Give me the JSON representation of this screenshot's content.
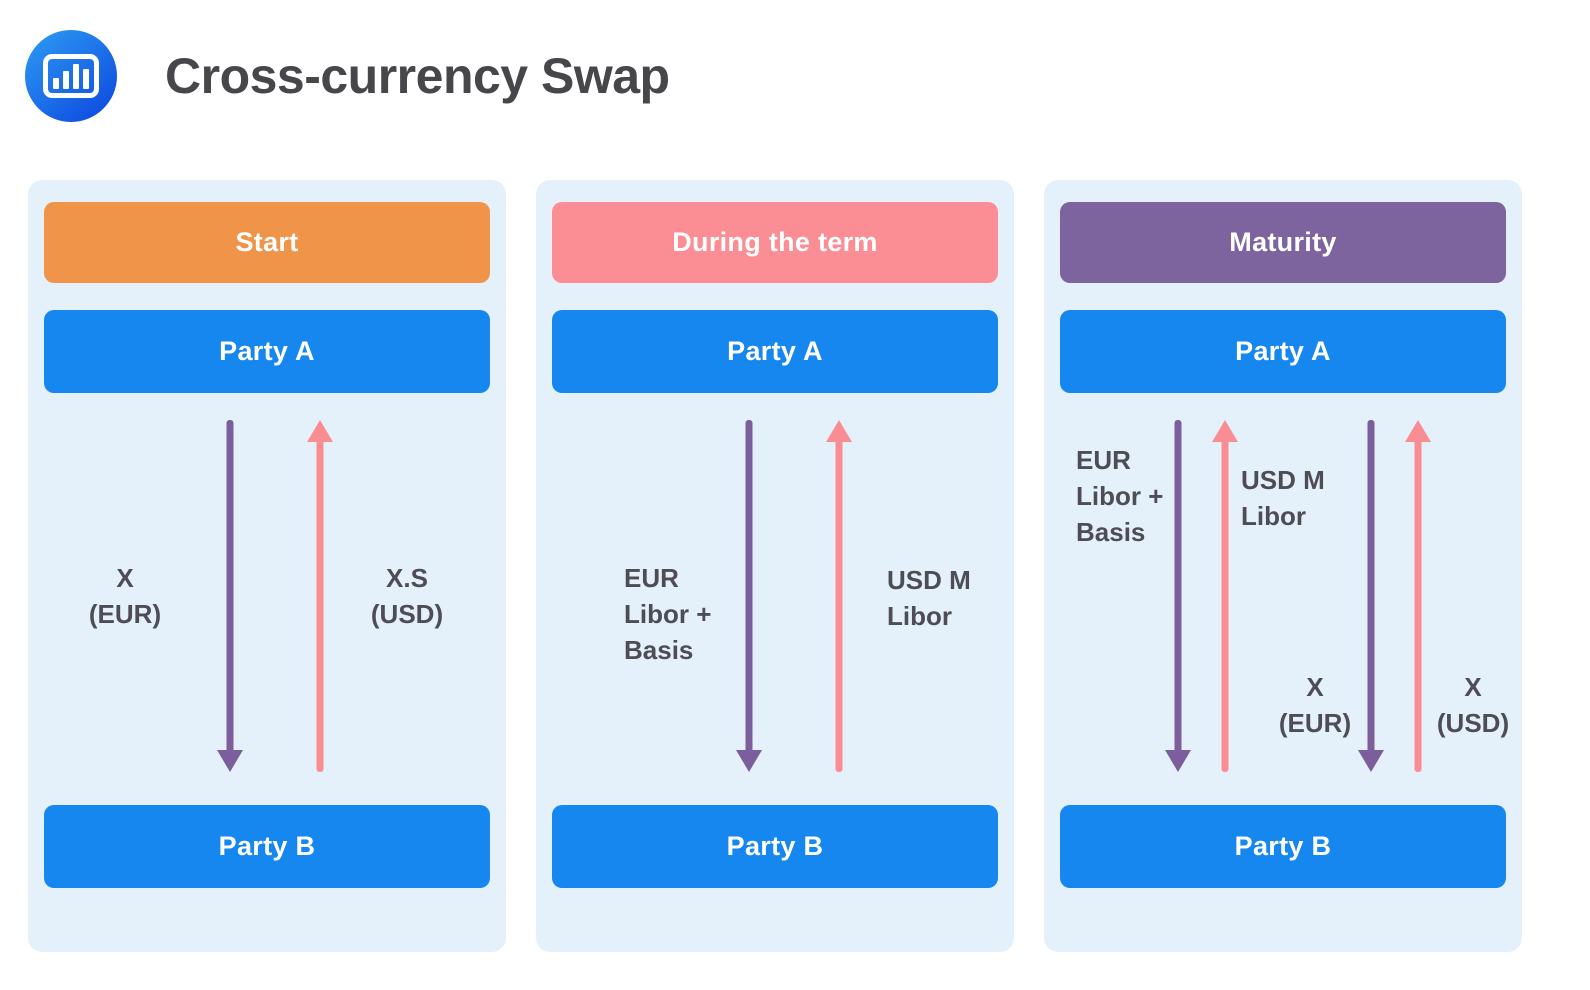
{
  "header": {
    "title": "Cross-currency Swap",
    "logo_icon": "bar-chart-icon"
  },
  "colors": {
    "orange": "#F0944A",
    "pink": "#FB8D94",
    "violet": "#7E649E",
    "blue": "#1587EF",
    "arrow-purple": "#7C5E9D",
    "arrow-pink": "#FA8D93",
    "panel-bg": "#E5F1FA",
    "title-color": "#47464B",
    "label-color": "#4E4D55",
    "logo-blue-light": "#2E9DF4",
    "logo-blue-dark": "#0B44DE"
  },
  "panels": [
    {
      "phase_label": "Start",
      "party_a": "Party A",
      "party_b": "Party B",
      "flows": [
        {
          "name": "x-eur",
          "direction": "down",
          "color": "purple",
          "lines": [
            "X",
            "(EUR)"
          ]
        },
        {
          "name": "xs-usd",
          "direction": "up",
          "color": "pink",
          "lines": [
            "X.S",
            "(USD)"
          ]
        }
      ]
    },
    {
      "phase_label": "During the term",
      "party_a": "Party A",
      "party_b": "Party B",
      "flows": [
        {
          "name": "eur-libor-basis",
          "direction": "down",
          "color": "purple",
          "lines": [
            "EUR",
            "Libor +",
            "Basis"
          ]
        },
        {
          "name": "usd-m-libor",
          "direction": "up",
          "color": "pink",
          "lines": [
            "USD M",
            "Libor"
          ]
        }
      ]
    },
    {
      "phase_label": "Maturity",
      "party_a": "Party A",
      "party_b": "Party B",
      "flows": [
        {
          "name": "eur-libor-basis",
          "direction": "down",
          "color": "purple",
          "lines": [
            "EUR",
            "Libor +",
            "Basis"
          ]
        },
        {
          "name": "usd-m-libor",
          "direction": "up",
          "color": "pink",
          "lines": [
            "USD M",
            "Libor"
          ]
        },
        {
          "name": "x-eur",
          "direction": "down",
          "color": "purple",
          "lines": [
            "X",
            "(EUR)"
          ]
        },
        {
          "name": "x-usd",
          "direction": "up",
          "color": "pink",
          "lines": [
            "X",
            "(USD)"
          ]
        }
      ]
    }
  ]
}
